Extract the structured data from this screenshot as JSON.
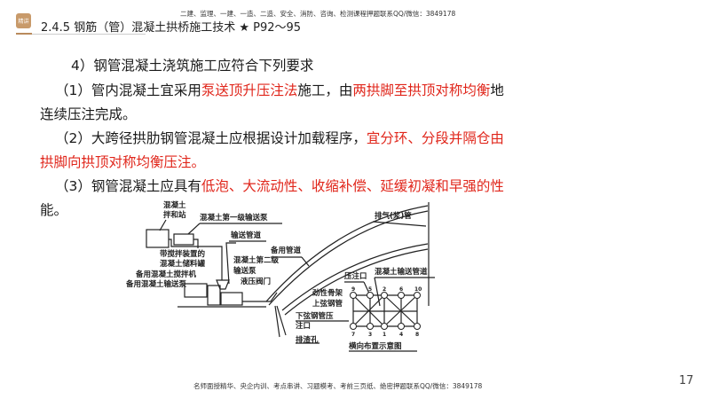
{
  "header": {
    "badge_text": "精讲",
    "title": "2.4.5 钢筋（管）混凝土拱桥施工技术 ★ P92～95",
    "top_note": "二建、监理、一建、一造、二造、安全、消防、咨询、检测课程押题联系QQ/微信：3849178"
  },
  "content": {
    "heading": "4）钢管混凝土浇筑施工应符合下列要求",
    "item1": {
      "a": "（1）管内混凝土宜采用",
      "b": "泵送顶升压注法",
      "c": "施工，由",
      "d": "两拱脚至拱顶对称均衡",
      "e": "地",
      "f": "连续压注完成。"
    },
    "item2": {
      "a": "（2）大跨径拱肋钢管混凝土应根据设计加载程序，",
      "b": "宜分环、分段并隔仓由",
      "c": "拱脚向拱顶对称均衡压注。"
    },
    "item3": {
      "a": "（3）钢管混凝土应具有",
      "b": "低泡、大流动性、收缩补偿、延缓初凝和早强的性",
      "c": "能。"
    },
    "highlight_color": "#e0261b"
  },
  "diagram": {
    "labels": {
      "mixing_station_1": "混凝土",
      "mixing_station_2": "拌和站",
      "pump1": "混凝土第一级输送泵",
      "pipe": "输送管道",
      "tank_1": "带搅拌装置的",
      "tank_2": "混凝土储料罐",
      "spare_mixer": "备用混凝土搅拌机",
      "spare_pump": "备用混凝土输送泵",
      "pump2_1": "混凝土第二级",
      "pump2_2": "输送泵",
      "valve": "液压阀门",
      "spare_pipe": "备用管道",
      "vent": "排气(浆)管",
      "inject": "压注口",
      "concrete_pipe": "混凝土输送管道",
      "skeleton_1": "劲性骨架",
      "skeleton_2": "上弦钢管",
      "lower_1": "下弦钢管压",
      "lower_2": "注口",
      "slag": "排渣孔",
      "caption": "横向布置示意图"
    },
    "top_numbers": [
      "9",
      "5",
      "2",
      "6",
      "10"
    ],
    "bottom_numbers": [
      "7",
      "3",
      "1",
      "4",
      "8"
    ]
  },
  "footer": {
    "note": "名师面授精华、央企内训、考点串讲、习题模考、考前三页纸、绝密押题联系QQ/微信：3849178",
    "page_number": "17"
  }
}
